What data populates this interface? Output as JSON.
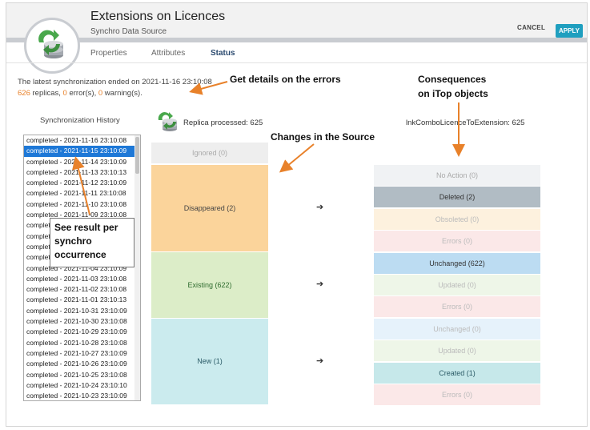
{
  "header": {
    "title": "Extensions on Licences",
    "subtitle": "Synchro Data Source",
    "cancel_label": "CANCEL",
    "apply_label": "APPLY"
  },
  "tabs": [
    {
      "label": "Properties",
      "active": false
    },
    {
      "label": "Attributes",
      "active": false
    },
    {
      "label": "Status",
      "active": true
    }
  ],
  "sync": {
    "prefix": "The latest synchronization ended on ",
    "ended_on": "2021-11-16 23:10:08",
    "replicas": "626",
    "replicas_suffix": " replicas, ",
    "errors": "0",
    "errors_suffix": " error(s), ",
    "warnings": "0",
    "warnings_suffix": " warning(s)."
  },
  "history": {
    "label": "Synchronization History",
    "selected_index": 1,
    "items": [
      "completed - 2021-11-16 23:10:08",
      "completed - 2021-11-15 23:10:09",
      "completed - 2021-11-14 23:10:09",
      "completed - 2021-11-13 23:10:13",
      "completed - 2021-11-12 23:10:09",
      "completed - 2021-11-11 23:10:08",
      "completed - 2021-11-10 23:10:08",
      "completed - 2021-11-09 23:10:08",
      "completed - 2021-11-08 23:10:09",
      "completed - 2021-11-07 23:10:08",
      "completed - 2021-11-06 23:10:09",
      "completed - 2021-11-05 23:10:09",
      "completed - 2021-11-04 23:10:09",
      "completed - 2021-11-03 23:10:08",
      "completed - 2021-11-02 23:10:08",
      "completed - 2021-11-01 23:10:13",
      "completed - 2021-10-31 23:10:09",
      "completed - 2021-10-30 23:10:08",
      "completed - 2021-10-29 23:10:09",
      "completed - 2021-10-28 23:10:08",
      "completed - 2021-10-27 23:10:09",
      "completed - 2021-10-26 23:10:09",
      "completed - 2021-10-25 23:10:08",
      "completed - 2021-10-24 23:10:10",
      "completed - 2021-10-23 23:10:09"
    ]
  },
  "replica": {
    "label": "Replica processed: 625",
    "icon": "replica-icon"
  },
  "target": {
    "label": "lnkComboLicenceToExtension: 625"
  },
  "source_states": [
    {
      "label": "Ignored (0)",
      "color": "#eeeeee",
      "text_color": "#aaaaaa"
    },
    {
      "label": "Disappeared (2)",
      "color": "#fbd49b",
      "text_color": "#444444"
    },
    {
      "label": "Existing (622)",
      "color": "#dcedc8",
      "text_color": "#2e6b2e"
    },
    {
      "label": "New (1)",
      "color": "#cbebee",
      "text_color": "#2a5a66"
    }
  ],
  "arrows": [
    "➔",
    "➔",
    "➔"
  ],
  "target_states": [
    {
      "label": "No Action (0)",
      "color": "#f0f2f4",
      "text_color": "#aaaaaa"
    },
    {
      "label": "Deleted (2)",
      "color": "#b1bcc4",
      "text_color": "#333333"
    },
    {
      "label": "Obsoleted (0)",
      "color": "#fdf1de",
      "text_color": "#bbbbbb"
    },
    {
      "label": "Errors (0)",
      "color": "#fbe8e8",
      "text_color": "#bbbbbb"
    },
    {
      "label": "Unchanged (622)",
      "color": "#bcdcf2",
      "text_color": "#333333"
    },
    {
      "label": "Updated (0)",
      "color": "#eef6e8",
      "text_color": "#bbbbbb"
    },
    {
      "label": "Errors (0)",
      "color": "#fbe8e8",
      "text_color": "#bbbbbb"
    },
    {
      "label": "Unchanged (0)",
      "color": "#e6f2fb",
      "text_color": "#bbbbbb"
    },
    {
      "label": "Updated (0)",
      "color": "#eef6e8",
      "text_color": "#bbbbbb"
    },
    {
      "label": "Created (1)",
      "color": "#c6e8ea",
      "text_color": "#2a5a66"
    },
    {
      "label": "Errors (0)",
      "color": "#fbe8e8",
      "text_color": "#bbbbbb"
    }
  ],
  "annotations": {
    "errors": "Get details on the errors",
    "consequences_1": "Consequences",
    "consequences_2": "on iTop objects",
    "changes": "Changes in the Source",
    "result_1": "See result per",
    "result_2": "synchro",
    "result_3": "occurrence",
    "arrow_color": "#e8812a"
  }
}
